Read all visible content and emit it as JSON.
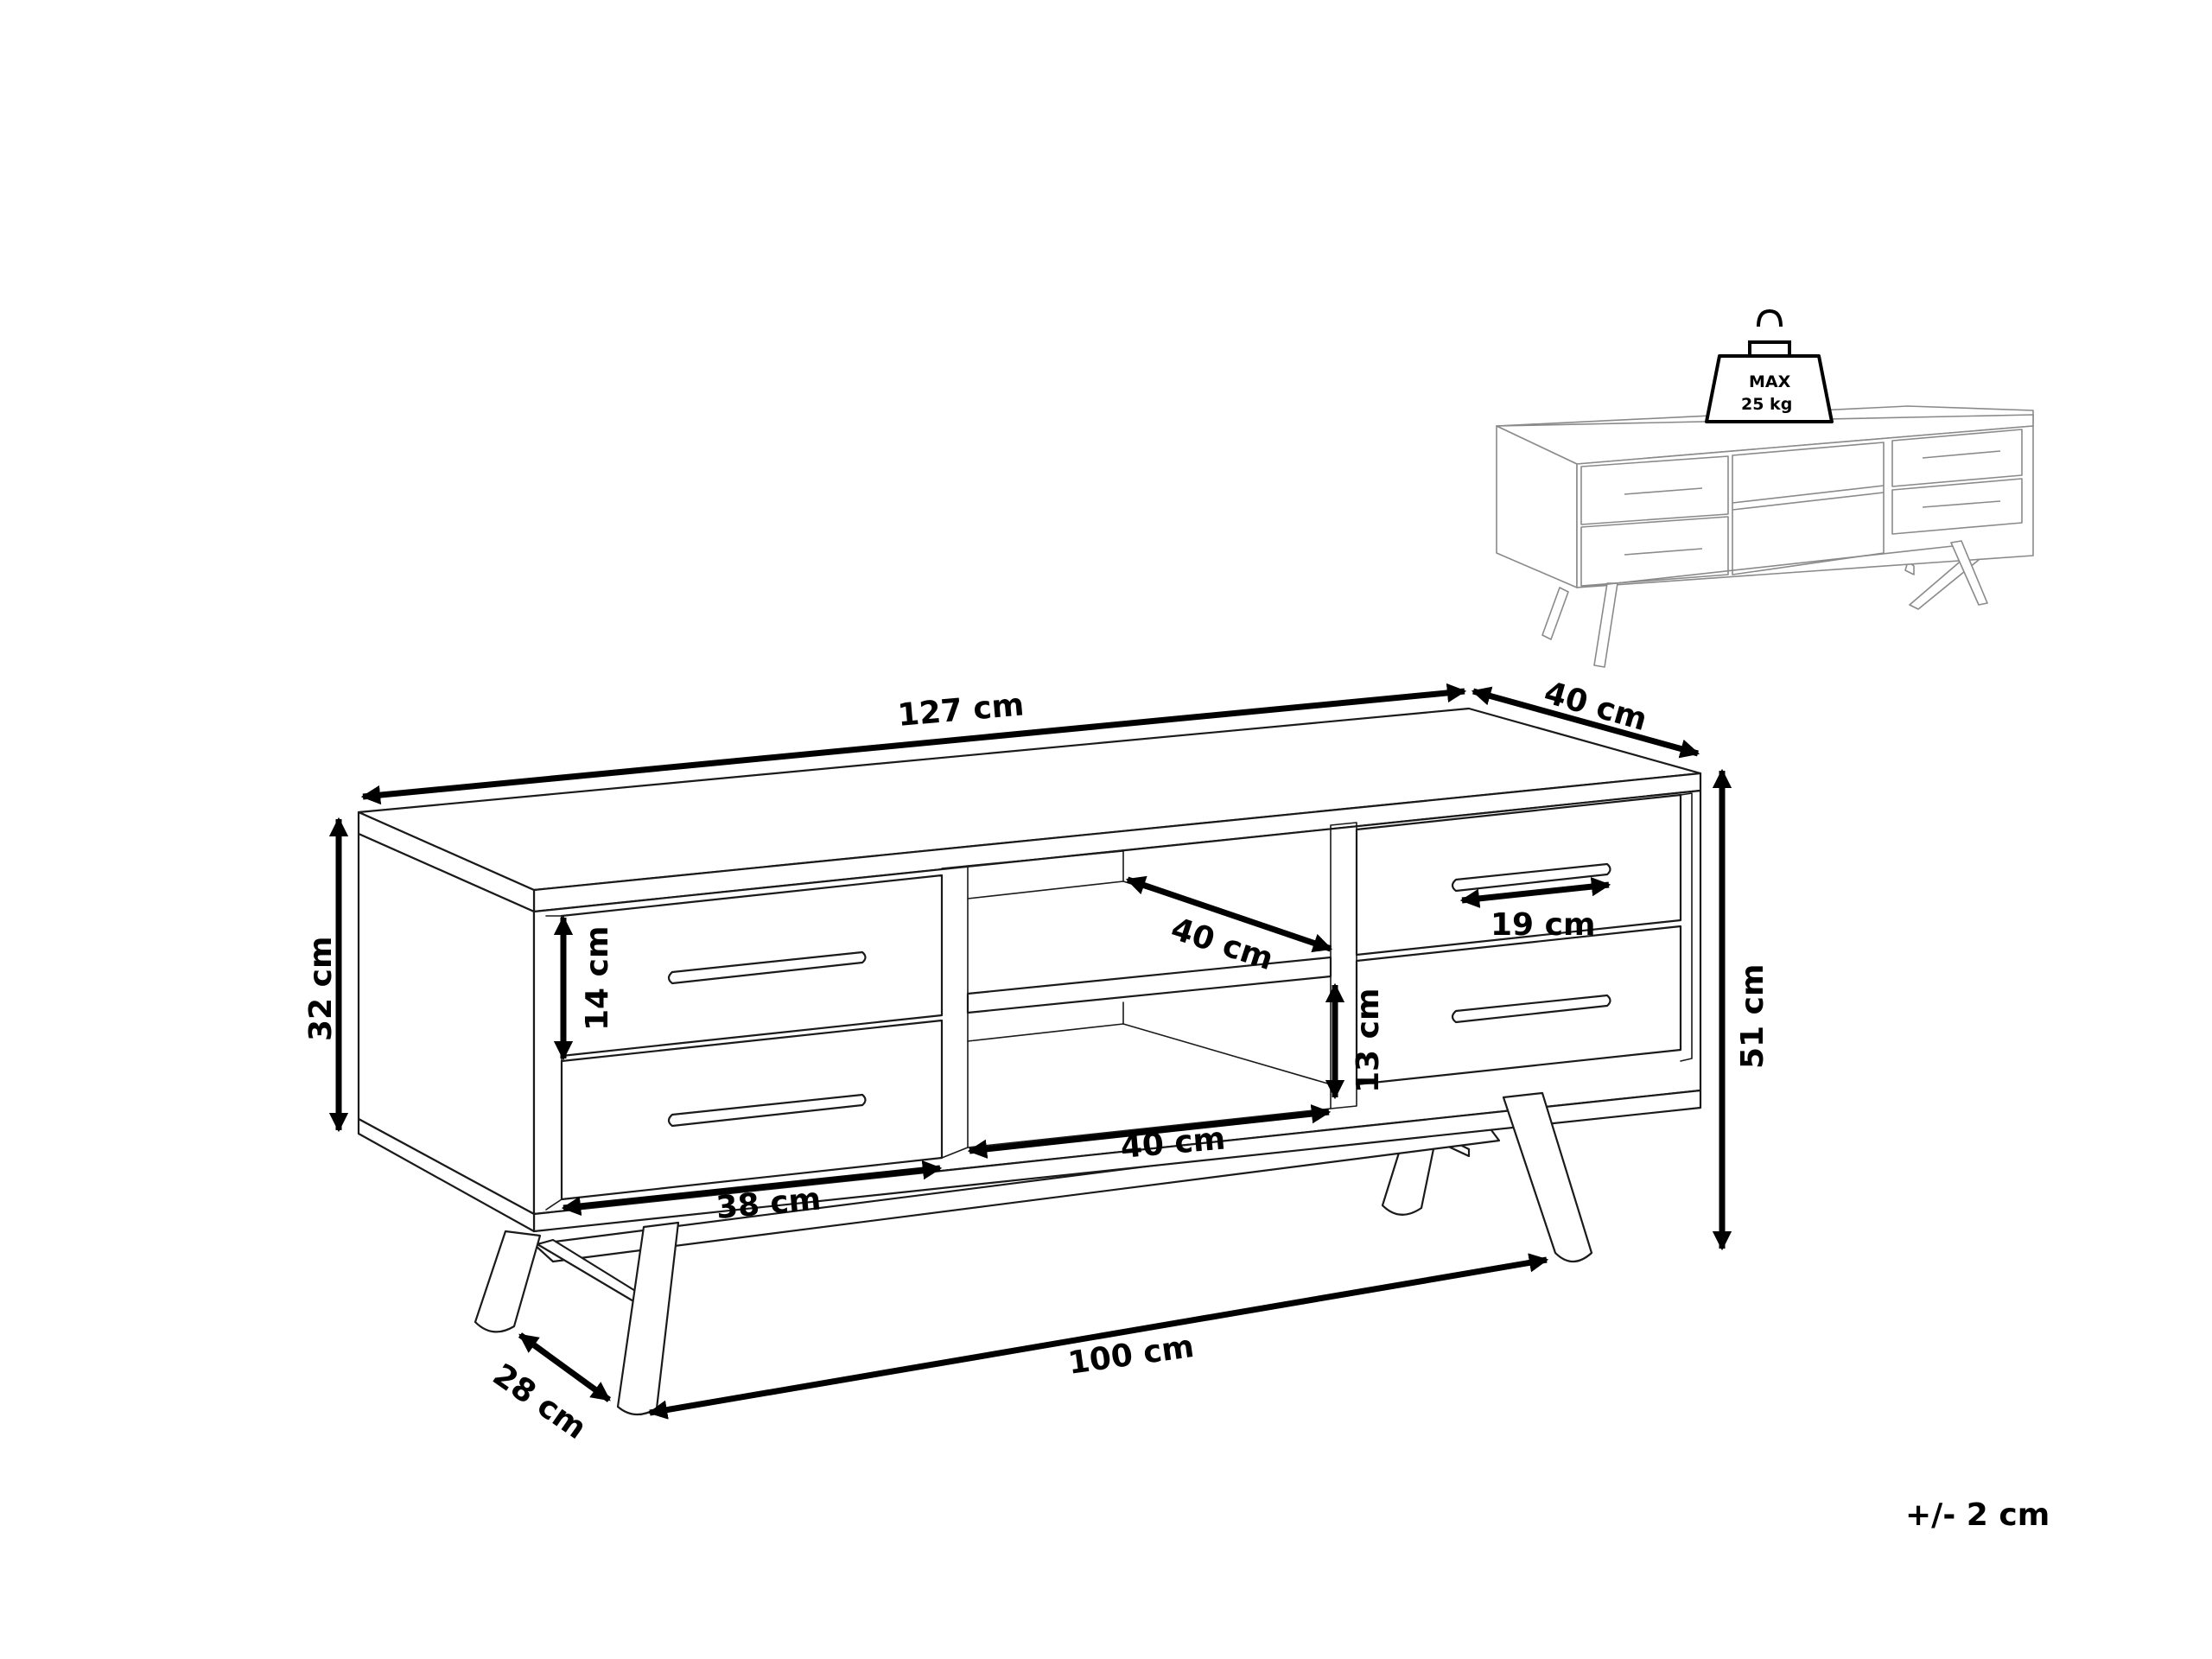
{
  "dimensions": {
    "total_width": "127 cm",
    "depth": "40 cm",
    "body_height": "32 cm",
    "total_height": "51 cm",
    "drawer_height": "14 cm",
    "shelf_depth": "40 cm",
    "handle_length": "19 cm",
    "shelf_height": "13 cm",
    "shelf_width": "40 cm",
    "drawer_width": "38 cm",
    "leg_span": "100 cm",
    "leg_depth": "28 cm"
  },
  "weight_limit": {
    "line1": "MAX",
    "line2": "25 kg"
  },
  "tolerance": "+/- 2 cm"
}
